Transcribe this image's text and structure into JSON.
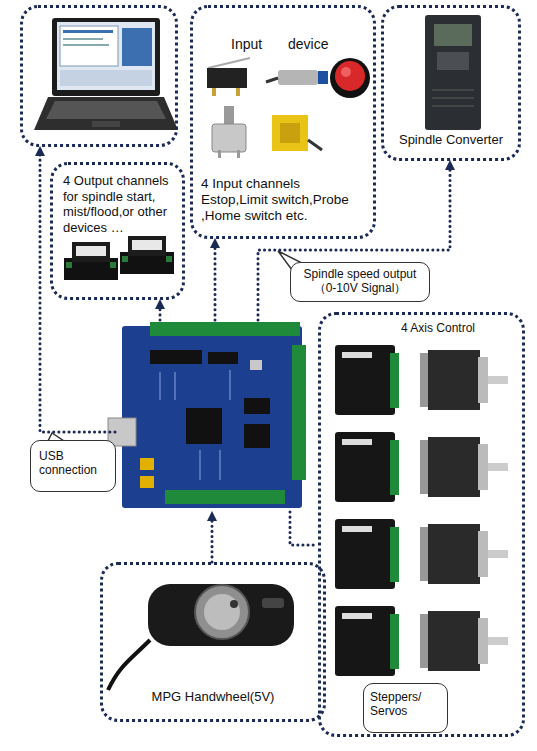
{
  "diagram": {
    "nodes": [
      {
        "text": []
      },
      {
        "text": [
          "Input device",
          "4 Input channels Estop,Limit switch,Probe ,Home switch etc."
        ]
      },
      {
        "text": [
          "Spindle Converter"
        ]
      },
      {
        "text": [
          "4 Output channels for spindle start, mist/flood,or other devices …"
        ]
      },
      {
        "text": [
          "Spindle speed output （0-10V Signal）"
        ]
      },
      {
        "text": []
      },
      {
        "text": [
          "4 Axis Control"
        ]
      },
      {
        "text": [
          "Steppers/ Servos"
        ],
        "in": 6
      },
      {
        "text": [
          "USB connection"
        ]
      },
      {
        "text": [
          "MPG Handwheel(5V)"
        ]
      }
    ],
    "edges": [
      {
        "from": 5,
        "to": 0,
        "arrow": "to"
      },
      {
        "from": 5,
        "to": 3,
        "arrow": "to"
      },
      {
        "from": 5,
        "to": 1,
        "arrow": "to"
      },
      {
        "from": 5,
        "to": 2,
        "arrow": "to"
      },
      {
        "from": 5,
        "to": 6,
        "arrow": "none"
      },
      {
        "from": 9,
        "to": 5,
        "arrow": "to"
      }
    ]
  }
}
